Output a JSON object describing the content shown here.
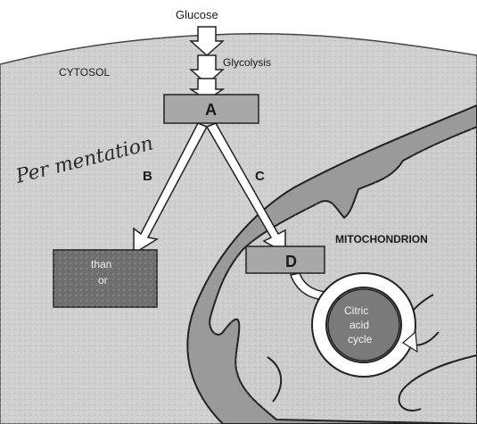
{
  "labels": {
    "glucose": "Glucose",
    "glycolysis": "Glycolysis",
    "cytosol": "CYTOSOL",
    "box_a": "A",
    "arrow_b": "B",
    "arrow_c": "C",
    "box_d": "D",
    "mitochondrion": "MITOCHONDRION",
    "box_b_line1": "than",
    "box_b_line2": "or",
    "cycle_line1": "Citric",
    "cycle_line2": "acid",
    "cycle_line3": "cycle"
  },
  "handwriting": "Per mentation",
  "colors": {
    "cytosol_fill": "#cfcfcf",
    "mito_fill": "#9a9a9a",
    "box_fill": "#a8a8a8",
    "box_dark_fill": "#6e6e6e",
    "stroke": "#222222",
    "arrow_fill": "#ffffff"
  }
}
